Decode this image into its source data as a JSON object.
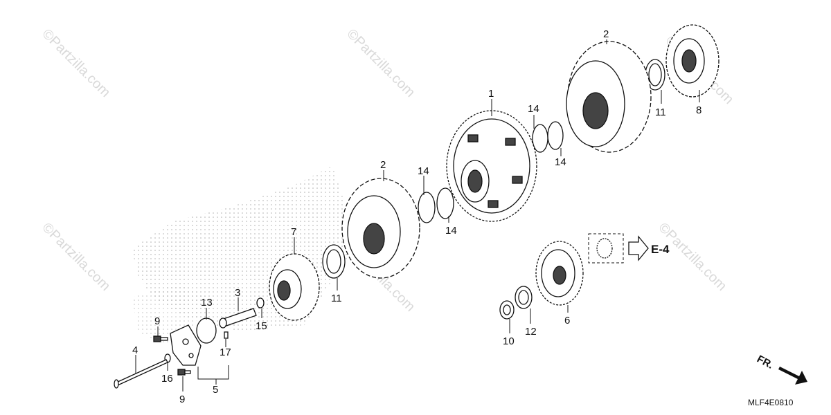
{
  "diagram": {
    "callouts": [
      "1",
      "2",
      "2",
      "3",
      "4",
      "5",
      "6",
      "7",
      "8",
      "9",
      "9",
      "10",
      "11",
      "11",
      "12",
      "13",
      "14",
      "14",
      "14",
      "14",
      "15",
      "16",
      "17"
    ],
    "reference_label": "E-4",
    "direction_label": "FR.",
    "drawing_code": "MLF4E0810",
    "watermark": "©Partzilla.com"
  }
}
